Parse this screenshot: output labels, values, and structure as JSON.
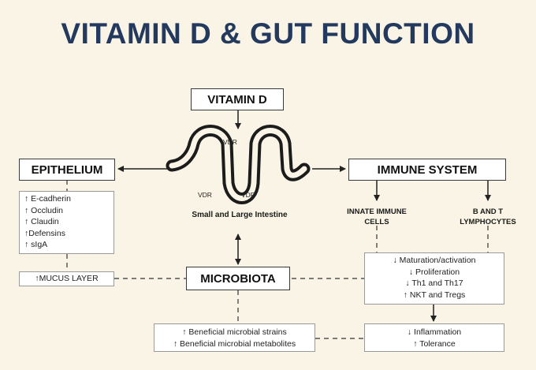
{
  "title": "VITAMIN D & GUT FUNCTION",
  "nodes": {
    "vitamin_d": "VITAMIN D",
    "epithelium": "EPITHELIUM",
    "immune_system": "IMMUNE SYSTEM",
    "microbiota": "MICROBIOTA",
    "intestine_label": "Small and Large Intestine",
    "vdr_labels": [
      "VDR",
      "VDR",
      "VDR"
    ],
    "innate_immune": [
      "INNATE IMMUNE",
      "CELLS"
    ],
    "b_t": [
      "B AND T",
      "LYMPHOCYTES"
    ],
    "epithelium_effects": [
      "↑ E-cadherin",
      "↑ Occludin",
      "↑ Claudin",
      "↑Defensins",
      "↑ sIgA"
    ],
    "mucus": "↑MUCUS LAYER",
    "immune_effects": [
      "↓ Maturation/activation",
      "↓ Proliferation",
      "↓ Th1 and Th17",
      "↑ NKT and  Tregs"
    ],
    "outcomes": [
      "↓ Inflammation",
      "↑ Tolerance"
    ],
    "microbial_effects": [
      "↑ Beneficial microbial strains",
      "↑ Beneficial microbial  metabolites"
    ]
  },
  "colors": {
    "title": "#23395d",
    "background": "#f9f4e6",
    "line": "#222222"
  }
}
